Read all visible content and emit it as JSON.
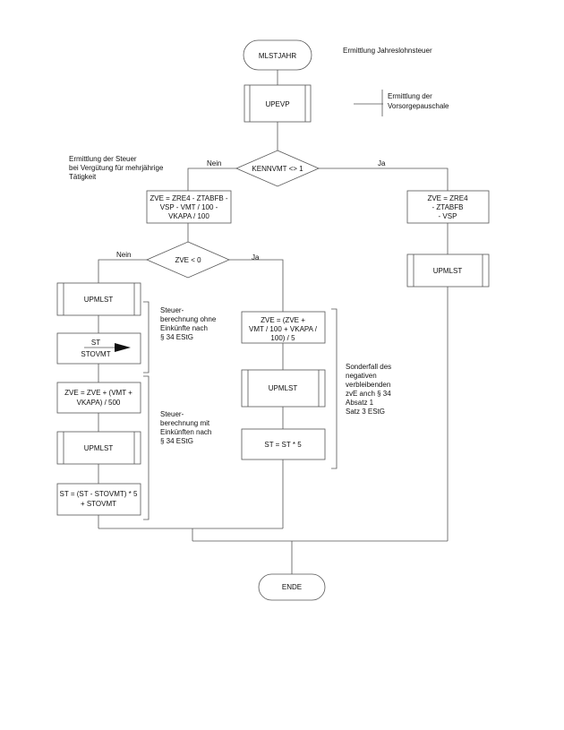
{
  "title_note": "Ermittlung Jahreslohnsteuer",
  "start": "MLSTJAHR",
  "upevp": "UPEVP",
  "upevp_note": [
    "Ermittlung der",
    "Vorsorgepauschale"
  ],
  "decision1": {
    "label": "KENNVMT <> 1",
    "no": "Nein",
    "yes": "Ja",
    "no_note": [
      "Ermittlung der Steuer",
      "bei Vergütung für mehrjährige",
      "Tätigkeit"
    ]
  },
  "zve_left": [
    "ZVE = ZRE4 - ZTABFB -",
    "VSP - VMT / 100 -",
    "VKAPA / 100"
  ],
  "zve_right": [
    "ZVE = ZRE4",
    "- ZTABFB",
    "- VSP"
  ],
  "upmlst": "UPMLST",
  "decision2": {
    "label": "ZVE < 0",
    "no": "Nein",
    "yes": "Ja"
  },
  "st_assign": [
    "ST",
    "STOVMT"
  ],
  "note_ohne": [
    "Steuer-",
    "berechnung ohne",
    "Einkünfte nach",
    "§ 34 EStG"
  ],
  "zve_vmt": [
    "ZVE = ZVE + (VMT +",
    "VKAPA) / 500"
  ],
  "note_mit": [
    "Steuer-",
    "berechnung mit",
    "Einkünften nach",
    "§ 34 EStG"
  ],
  "st_final": [
    "ST = (ST - STOVMT) * 5",
    "+ STOVMT"
  ],
  "zve_special": [
    "ZVE = (ZVE +",
    "VMT / 100 + VKAPA /",
    "100) / 5"
  ],
  "st_times": "ST = ST * 5",
  "note_sonder": [
    "Sonderfall des",
    "negativen",
    "verbleibenden",
    "zvE anch § 34",
    "Absatz 1",
    "Satz 3 EStG"
  ],
  "end": "ENDE"
}
